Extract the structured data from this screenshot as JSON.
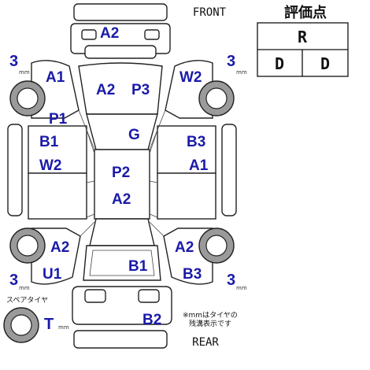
{
  "header": {
    "front_label": "FRONT",
    "rear_label": "REAR"
  },
  "score_box": {
    "title": "評価点",
    "overall": "R",
    "exterior": "D",
    "interior": "D"
  },
  "damage_codes": {
    "front_bumper": "A2",
    "hood_left": "A2",
    "hood_right": "P3",
    "front_left_fender": "A1",
    "front_right_fender": "W2",
    "left_pillar": "P1",
    "windshield": "G",
    "left_front_door_1": "B1",
    "left_front_door_2": "W2",
    "right_front_door_1": "B3",
    "right_front_door_2": "A1",
    "roof_1": "P2",
    "roof_2": "A2",
    "left_rear_fender": "A2",
    "right_rear_fender": "A2",
    "left_rocker": "U1",
    "right_rocker": "B3",
    "trunk": "B1",
    "rear_bumper": "B2"
  },
  "tires": {
    "front_left": {
      "value": "3",
      "unit": "mm"
    },
    "front_right": {
      "value": "3",
      "unit": "mm"
    },
    "rear_left": {
      "value": "3",
      "unit": "mm"
    },
    "rear_right": {
      "value": "3",
      "unit": "mm"
    },
    "spare_label": "スペアタイヤ",
    "spare": {
      "value": "T",
      "unit": "mm"
    }
  },
  "footnote": {
    "line1": "※mmはタイヤの",
    "line2": "残溝表示です"
  }
}
